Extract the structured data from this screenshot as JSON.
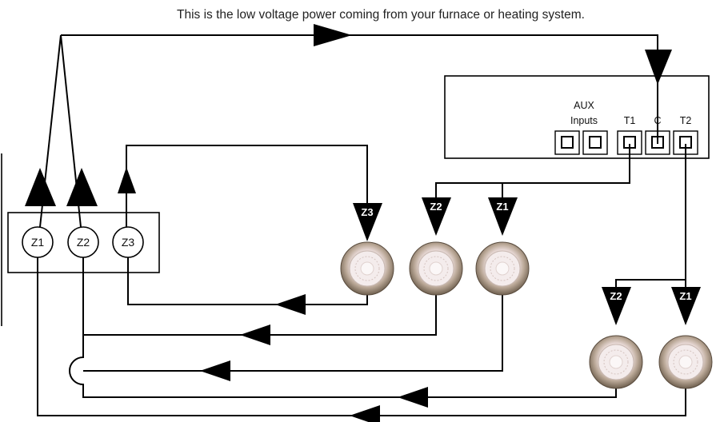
{
  "caption": "This is the low voltage power coming from your furnace or heating system.",
  "control_box": {
    "aux_label": "AUX",
    "inputs_label": "Inputs",
    "terminals": [
      "T1",
      "C",
      "T2"
    ]
  },
  "zone_panel": {
    "zones": [
      "Z1",
      "Z2",
      "Z3"
    ]
  },
  "thermostat_tags": {
    "z3_top": "Z3",
    "z2_top": "Z2",
    "z1_top": "Z1",
    "z2_bottom": "Z2",
    "z1_bottom": "Z1"
  },
  "colors": {
    "wire": "#000000",
    "thermostat_outer": "#8a7a68",
    "thermostat_inner": "#f0e6e6"
  }
}
